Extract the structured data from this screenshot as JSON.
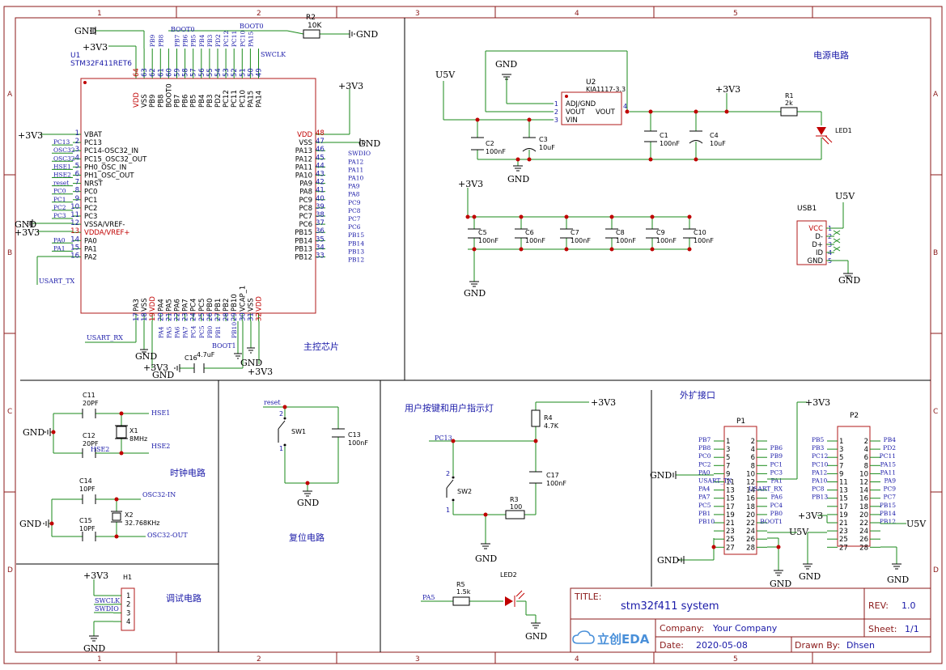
{
  "frame": {
    "columns": [
      "1",
      "2",
      "3",
      "4",
      "5"
    ],
    "rows": [
      "A",
      "B",
      "C",
      "D"
    ]
  },
  "sections": {
    "main_chip": "主控芯片",
    "power": "电源电路",
    "clock": "时钟电路",
    "reset": "复位电路",
    "user": "用户按键和用户指示灯",
    "expansion": "外扩接口",
    "debug": "调试电路"
  },
  "u1": {
    "ref": "U1",
    "value": "STM32F411RET6",
    "left_pins": [
      {
        "num": "1",
        "name": "VBAT",
        "net": "+3V3",
        "red": false
      },
      {
        "num": "2",
        "name": "PC13",
        "net": "PC13",
        "red": false
      },
      {
        "num": "3",
        "name": "PC14-OSC32_IN",
        "net": "OSC32",
        "red": false
      },
      {
        "num": "4",
        "name": "PC15_OSC32_OUT",
        "net": "OSC32",
        "red": false
      },
      {
        "num": "5",
        "name": "PH0_OSC_IN",
        "net": "HSE1",
        "red": false
      },
      {
        "num": "6",
        "name": "PH1_OSC_OUT",
        "net": "HSE2",
        "red": false
      },
      {
        "num": "7",
        "name": "NRST",
        "net": "reset",
        "red": false
      },
      {
        "num": "8",
        "name": "PC0",
        "net": "PC0",
        "red": false
      },
      {
        "num": "9",
        "name": "PC1",
        "net": "PC1",
        "red": false
      },
      {
        "num": "10",
        "name": "PC2",
        "net": "PC2",
        "red": false
      },
      {
        "num": "11",
        "name": "PC3",
        "net": "PC3",
        "red": false
      },
      {
        "num": "12",
        "name": "VSSA/VREF-",
        "net": "GND",
        "red": false
      },
      {
        "num": "13",
        "name": "VDDA/VREF+",
        "net": "+3V3",
        "red": true
      },
      {
        "num": "14",
        "name": "PA0",
        "net": "PA0",
        "red": false
      },
      {
        "num": "15",
        "name": "PA1",
        "net": "PA1",
        "red": false
      },
      {
        "num": "16",
        "name": "PA2",
        "net": "USART_TX",
        "red": false
      }
    ],
    "right_pins": [
      {
        "num": "48",
        "name": "VDD",
        "net": "",
        "red": true
      },
      {
        "num": "47",
        "name": "VSS",
        "net": "GND",
        "red": false
      },
      {
        "num": "46",
        "name": "PA13",
        "net": "SWDIO",
        "red": false
      },
      {
        "num": "45",
        "name": "PA12",
        "net": "PA12",
        "red": false
      },
      {
        "num": "44",
        "name": "PA11",
        "net": "PA11",
        "red": false
      },
      {
        "num": "43",
        "name": "PA10",
        "net": "PA10",
        "red": false
      },
      {
        "num": "42",
        "name": "PA9",
        "net": "PA9",
        "red": false
      },
      {
        "num": "41",
        "name": "PA8",
        "net": "PA8",
        "red": false
      },
      {
        "num": "40",
        "name": "PC9",
        "net": "PC9",
        "red": false
      },
      {
        "num": "39",
        "name": "PC8",
        "net": "PC8",
        "red": false
      },
      {
        "num": "38",
        "name": "PC7",
        "net": "PC7",
        "red": false
      },
      {
        "num": "37",
        "name": "PC6",
        "net": "PC6",
        "red": false
      },
      {
        "num": "36",
        "name": "PB15",
        "net": "PB15",
        "red": false
      },
      {
        "num": "35",
        "name": "PB14",
        "net": "PB14",
        "red": false
      },
      {
        "num": "34",
        "name": "PB13",
        "net": "PB13",
        "red": false
      },
      {
        "num": "33",
        "name": "PB12",
        "net": "PB12",
        "red": false
      }
    ],
    "top_pins": [
      {
        "num": "64",
        "name": "VDD",
        "net": "",
        "red": true
      },
      {
        "num": "63",
        "name": "VSS",
        "net": "",
        "red": false
      },
      {
        "num": "62",
        "name": "PB9",
        "net": "PB9",
        "red": false
      },
      {
        "num": "61",
        "name": "PB8",
        "net": "PB8",
        "red": false
      },
      {
        "num": "60",
        "name": "BOOT0",
        "net": "",
        "red": false
      },
      {
        "num": "59",
        "name": "PB7",
        "net": "PB7",
        "red": false
      },
      {
        "num": "58",
        "name": "PB6",
        "net": "PB6",
        "red": false
      },
      {
        "num": "57",
        "name": "PB5",
        "net": "PB5",
        "red": false
      },
      {
        "num": "56",
        "name": "PB4",
        "net": "PB4",
        "red": false
      },
      {
        "num": "55",
        "name": "PB3",
        "net": "PB3",
        "red": false
      },
      {
        "num": "54",
        "name": "PD2",
        "net": "PD2",
        "red": false
      },
      {
        "num": "53",
        "name": "PC12",
        "net": "PC12",
        "red": false
      },
      {
        "num": "52",
        "name": "PC11",
        "net": "PC11",
        "red": false
      },
      {
        "num": "51",
        "name": "PC10",
        "net": "PC10",
        "red": false
      },
      {
        "num": "50",
        "name": "PA15",
        "net": "PA15",
        "red": false
      },
      {
        "num": "49",
        "name": "PA14",
        "net": "",
        "red": false
      }
    ],
    "bottom_pins": [
      {
        "num": "17",
        "name": "PA3",
        "net": "",
        "red": false
      },
      {
        "num": "18",
        "name": "VSS",
        "net": "",
        "red": false
      },
      {
        "num": "19",
        "name": "VDD",
        "net": "",
        "red": true
      },
      {
        "num": "20",
        "name": "PA4",
        "net": "PA4",
        "red": false
      },
      {
        "num": "21",
        "name": "PA5",
        "net": "PA5",
        "red": false
      },
      {
        "num": "22",
        "name": "PA6",
        "net": "PA6",
        "red": false
      },
      {
        "num": "23",
        "name": "PA7",
        "net": "PA7",
        "red": false
      },
      {
        "num": "24",
        "name": "PC4",
        "net": "PC4",
        "red": false
      },
      {
        "num": "25",
        "name": "PC5",
        "net": "PC5",
        "red": false
      },
      {
        "num": "26",
        "name": "PB0",
        "net": "PB0",
        "red": false
      },
      {
        "num": "27",
        "name": "PB1",
        "net": "PB1",
        "red": false
      },
      {
        "num": "28",
        "name": "PB2",
        "net": "",
        "red": false
      },
      {
        "num": "29",
        "name": "PB10",
        "net": "PB10",
        "red": false
      },
      {
        "num": "30",
        "name": "VCAP_1",
        "net": "",
        "red": false
      },
      {
        "num": "31",
        "name": "VSS",
        "net": "",
        "red": false
      },
      {
        "num": "32",
        "name": "VDD",
        "net": "",
        "red": true
      }
    ],
    "top_net_boot0": "BOOT0",
    "swclk": "SWCLK",
    "usart_rx": "USART_RX",
    "boot1": "BOOT1"
  },
  "labels": {
    "gnd": "GND",
    "v33": "+3V3",
    "u5v": "U5V",
    "usart_tx": "USART_TX",
    "usart_rx": "USART_RX",
    "swdio": "SWDIO",
    "swclk": "SWCLK",
    "reset": "reset",
    "hse1": "HSE1",
    "hse2": "HSE2",
    "osc32_in": "OSC32-IN",
    "osc32_out": "OSC32-OUT",
    "pc13": "PC13",
    "pa5": "PA5",
    "boot1": "BOOT1",
    "osc32": "OSC32"
  },
  "components": {
    "r2": {
      "ref": "R2",
      "val": "10K"
    },
    "c16": {
      "ref": "C16",
      "val": "4.7uF"
    },
    "u2": {
      "ref": "U2",
      "val": "KIA1117-3.3",
      "pins": [
        "ADJ/GND",
        "VOUT",
        "VIN",
        "VOUT"
      ],
      "nums": [
        "1",
        "2",
        "3",
        "4"
      ]
    },
    "c2": {
      "ref": "C2",
      "val": "100nF"
    },
    "c3": {
      "ref": "C3",
      "val": "10uF"
    },
    "c1": {
      "ref": "C1",
      "val": "100nF"
    },
    "c4": {
      "ref": "C4",
      "val": "10uF"
    },
    "r1": {
      "ref": "R1",
      "val": "2k"
    },
    "led1": {
      "ref": "LED1"
    },
    "decoupling": [
      {
        "ref": "C5",
        "val": "100nF"
      },
      {
        "ref": "C6",
        "val": "100nF"
      },
      {
        "ref": "C7",
        "val": "100nF"
      },
      {
        "ref": "C8",
        "val": "100nF"
      },
      {
        "ref": "C9",
        "val": "100nF"
      },
      {
        "ref": "C10",
        "val": "100nF"
      }
    ],
    "usb1": {
      "ref": "USB1",
      "pins": [
        "VCC",
        "D-",
        "D+",
        "ID",
        "GND"
      ],
      "nums": [
        "1",
        "2",
        "3",
        "4",
        "5"
      ]
    },
    "c11": {
      "ref": "C11",
      "val": "20PF"
    },
    "c12": {
      "ref": "C12",
      "val": "20PF"
    },
    "x1": {
      "ref": "X1",
      "val": "8MHz"
    },
    "c14": {
      "ref": "C14",
      "val": "10PF"
    },
    "c15": {
      "ref": "C15",
      "val": "10PF"
    },
    "x2": {
      "ref": "X2",
      "val": "32.768KHz"
    },
    "sw1": {
      "ref": "SW1",
      "p1": "1",
      "p2": "2"
    },
    "c13": {
      "ref": "C13",
      "val": "100nF"
    },
    "r4": {
      "ref": "R4",
      "val": "4.7K"
    },
    "c17": {
      "ref": "C17",
      "val": "100nF"
    },
    "sw2": {
      "ref": "SW2",
      "p1": "1",
      "p2": "2"
    },
    "r3": {
      "ref": "R3",
      "val": "100"
    },
    "r5": {
      "ref": "R5",
      "val": "1.5k"
    },
    "led2": {
      "ref": "LED2"
    },
    "h1": {
      "ref": "H1",
      "pins": [
        "1",
        "2",
        "3",
        "4"
      ]
    }
  },
  "p1": {
    "ref": "P1",
    "left_nums": [
      "1",
      "3",
      "5",
      "7",
      "9",
      "11",
      "13",
      "15",
      "17",
      "19",
      "21",
      "23",
      "25",
      "27"
    ],
    "right_nums": [
      "2",
      "4",
      "6",
      "8",
      "10",
      "12",
      "14",
      "16",
      "18",
      "20",
      "22",
      "24",
      "26",
      "28"
    ],
    "left_nets": [
      "PB7",
      "PB8",
      "PC0",
      "PC2",
      "PA0",
      "USART_TX",
      "PA4",
      "PA7",
      "PC5",
      "PB1",
      "PB10",
      "",
      "",
      ""
    ],
    "right_nets": [
      "",
      "PB6",
      "PB9",
      "PC1",
      "PC3",
      "PA1",
      "USART_RX",
      "PA6",
      "PC4",
      "PB0",
      "BOOT1",
      "",
      "",
      ""
    ]
  },
  "p2": {
    "ref": "P2",
    "left_nums": [
      "1",
      "3",
      "5",
      "7",
      "9",
      "11",
      "13",
      "15",
      "17",
      "19",
      "21",
      "23",
      "25",
      "27"
    ],
    "right_nums": [
      "2",
      "4",
      "6",
      "8",
      "10",
      "12",
      "14",
      "16",
      "18",
      "20",
      "22",
      "24",
      "26",
      "28"
    ],
    "left_nets": [
      "PB5",
      "PB3",
      "PC12",
      "PC10",
      "PA12",
      "PA10",
      "PC8",
      "PB13",
      "",
      "",
      "",
      "",
      "",
      ""
    ],
    "right_nets": [
      "PB4",
      "PD2",
      "PC11",
      "PA15",
      "PA11",
      "PA9",
      "PC9",
      "PC7",
      "PB15",
      "PB14",
      "PB12",
      "",
      "",
      ""
    ]
  },
  "title_block": {
    "title_label": "TITLE:",
    "title": "stm32f411 system",
    "rev_label": "REV:",
    "rev": "1.0",
    "company_label": "Company:",
    "company": "Your Company",
    "sheet_label": "Sheet:",
    "sheet": "1/1",
    "date_label": "Date:",
    "date": "2020-05-08",
    "drawn_label": "Drawn By:",
    "drawn": "Dhsen",
    "logo": "立创EDA"
  }
}
